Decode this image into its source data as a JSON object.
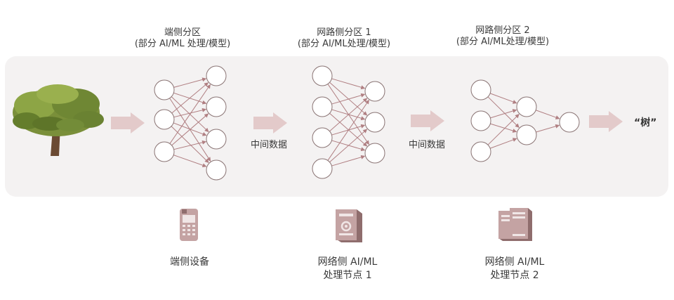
{
  "partitions": [
    {
      "title": "端侧分区",
      "subtitle": "(部分 AI/ML  处理/模型)"
    },
    {
      "title": "网路侧分区 1",
      "subtitle": "(部分 AI/ML处理/模型)"
    },
    {
      "title": "网路侧分区 2",
      "subtitle": "(部分 AI/ML处理/模型)"
    }
  ],
  "intermediate_labels": [
    "中间数据",
    "中间数据"
  ],
  "result_label": "“树”",
  "devices": [
    {
      "line1": "端侧设备",
      "line2": "",
      "icon": "phone-icon"
    },
    {
      "line1": "网络侧 AI/ML",
      "line2": "处理节点 1",
      "icon": "server-icon"
    },
    {
      "line1": "网络侧 AI/ML",
      "line2": "处理节点 2",
      "icon": "server-cluster-icon"
    }
  ],
  "colors": {
    "panel": "#f4f2f2",
    "node_stroke": "#8a7474",
    "edge": "#b07f82",
    "arrow": "#e3caca",
    "icon": "#c4a3a3",
    "icon_dark": "#8f6d6d"
  }
}
